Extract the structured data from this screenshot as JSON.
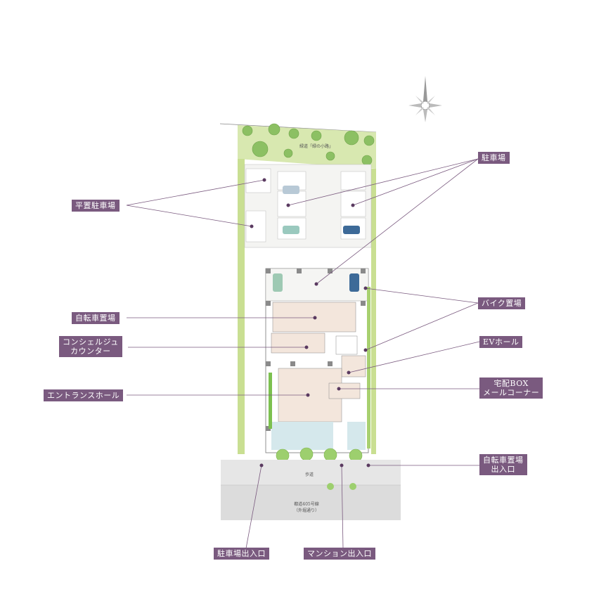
{
  "labels": {
    "parking": "駐車場",
    "flat_parking": "平置駐車場",
    "bike_parking": "バイク置場",
    "bicycle_parking": "自転車置場",
    "concierge_line1": "コンシェルジュ",
    "concierge_line2": "カウンター",
    "ev_hall": "EVホール",
    "entrance_hall": "エントランスホール",
    "delivery_line1": "宅配BOX",
    "delivery_line2": "メールコーナー",
    "bicycle_entrance_line1": "自転車置場",
    "bicycle_entrance_line2": "出入口",
    "parking_entrance": "駐車場出入口",
    "mansion_entrance": "マンション出入口"
  },
  "map_text": {
    "green_path": "緑道「緑の小路」",
    "sidewalk": "歩道",
    "road_line1": "都道405号線",
    "road_line2": "（外堀通り）"
  },
  "colors": {
    "label_bg": "#7a5a7f",
    "leader_line": "#7a5a7f",
    "marker": "#5a3a60",
    "greenery": "#c6df8f",
    "tree": "#8cc063",
    "floor": "#f3e6dc",
    "water": "#d5e8ec",
    "road": "#dcdcdc"
  }
}
